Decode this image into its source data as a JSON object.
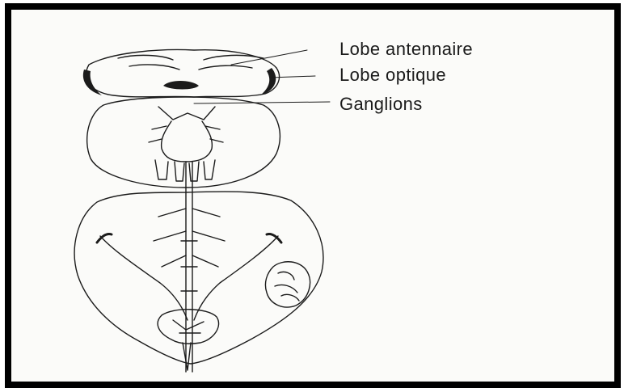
{
  "labels": {
    "antennal_lobe": "Lobe antennaire",
    "optic_lobe": "Lobe optique",
    "ganglia": "Ganglions"
  },
  "colors": {
    "border": "#000000",
    "ink": "#1b1b1b",
    "background": "#fbfbf9"
  }
}
